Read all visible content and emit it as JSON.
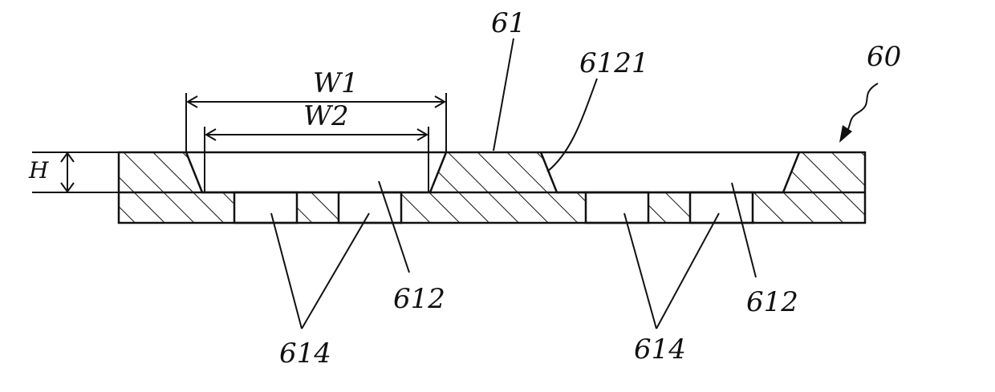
{
  "labels": {
    "ref_60": "60",
    "ref_61": "61",
    "ref_6121": "6121",
    "ref_612_left": "612",
    "ref_612_right": "612",
    "ref_614_left": "614",
    "ref_614_right": "614",
    "dim_w1": "W1",
    "dim_w2": "W2",
    "dim_h": "H"
  },
  "colors": {
    "ink": "#111111",
    "background": "#ffffff"
  }
}
